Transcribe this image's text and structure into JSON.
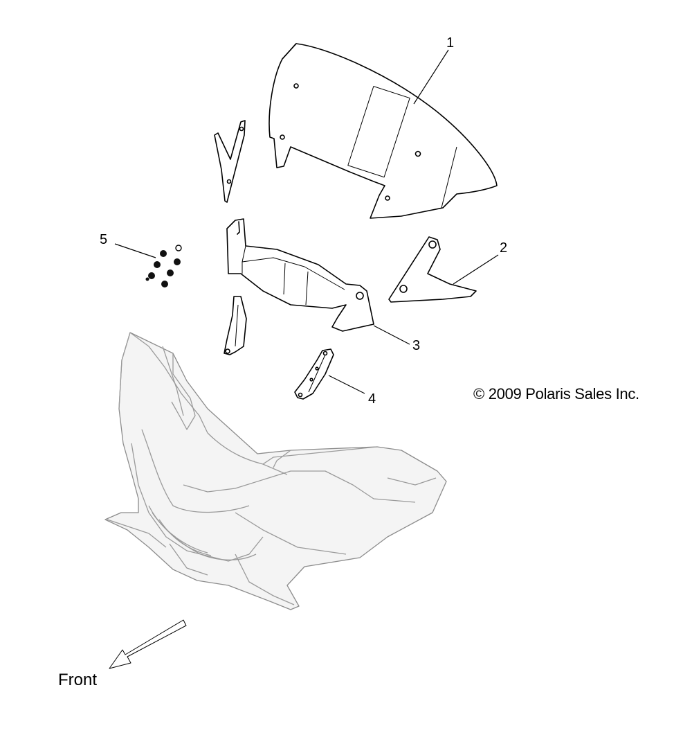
{
  "callouts": [
    {
      "number": "1"
    },
    {
      "number": "2"
    },
    {
      "number": "3"
    },
    {
      "number": "4"
    },
    {
      "number": "5"
    }
  ],
  "copyright": "© 2009 Polaris Sales Inc.",
  "direction_label": "Front"
}
